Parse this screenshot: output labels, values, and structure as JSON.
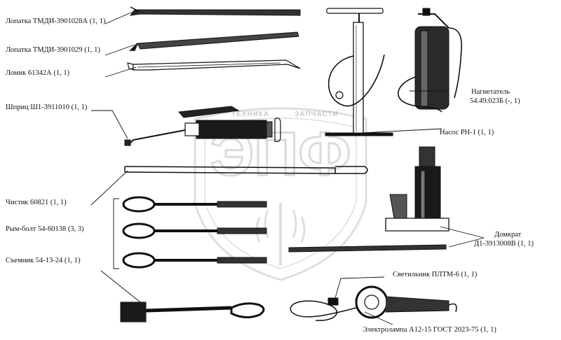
{
  "labels": {
    "lopatka_a": "Лопатка ТМДИ-3901028А (1, 1)",
    "lopatka": "Лопатка ТМДИ-3901029 (1, 1)",
    "lomik": "Ломик 61342А (1, 1)",
    "shpric": "Шприц Ш1-3911010 (1, 1)",
    "nagnetatel_1": "Нагнетатель",
    "nagnetatel_2": "54.49.023Б (-, 1)",
    "nasos": "Насос РН-1 (1, 1)",
    "chistik": "Чистик 60821 (1, 1)",
    "rym_bolt": "Рым-болт 54-60138 (3, 3)",
    "semnik": "Съемник 54-13-24 (1, 1)",
    "domkrat_1": "Домкрат",
    "domkrat_2": "Д1-3913008В (1, 1)",
    "svetilnik": "Светильник ПЛТМ-6 (1, 1)",
    "elektrolampa": "Электролампа А12-15 ГОСТ 2023-75 (1, 1)"
  },
  "watermark": {
    "line1": "ТЕХНИКА",
    "line2": "ЗАПЧАСТИ",
    "logo": "ЭПФ"
  },
  "colors": {
    "ink": "#111111",
    "watermark": "#b5b5b5"
  }
}
